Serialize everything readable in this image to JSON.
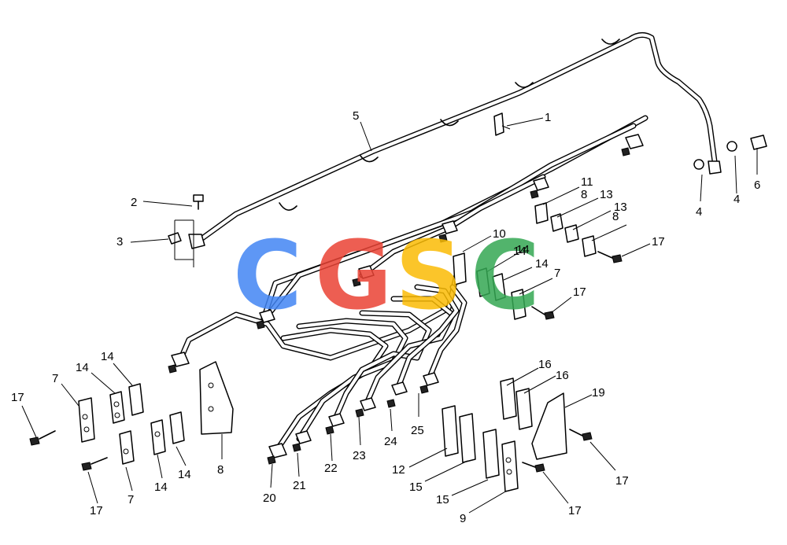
{
  "watermark": {
    "letters": [
      "C",
      "G",
      "S",
      "C"
    ],
    "colors": [
      "#4285F4",
      "#EA4335",
      "#FBBC05",
      "#34A853"
    ]
  },
  "callouts": [
    "1",
    "2",
    "3",
    "4",
    "4",
    "5",
    "6",
    "7",
    "7",
    "7",
    "8",
    "8",
    "8",
    "9",
    "10",
    "11",
    "12",
    "13",
    "13",
    "14",
    "14",
    "14",
    "14",
    "14",
    "14",
    "14",
    "15",
    "15",
    "16",
    "16",
    "17",
    "17",
    "17",
    "17",
    "17",
    "17",
    "19",
    "20",
    "21",
    "22",
    "23",
    "24",
    "25"
  ]
}
